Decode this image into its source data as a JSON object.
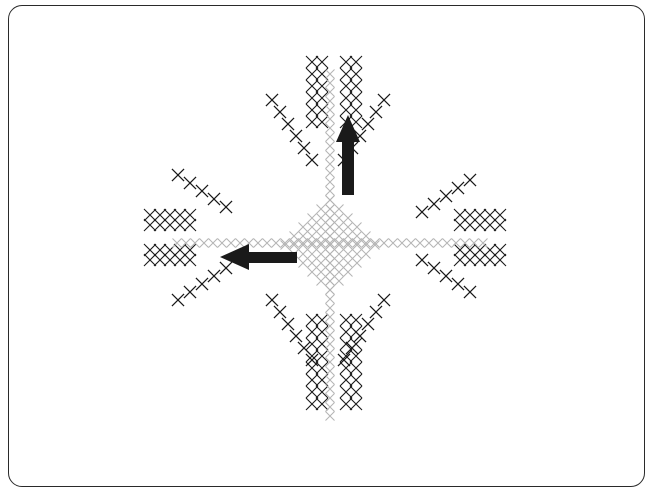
{
  "figure": {
    "description_labels": [],
    "colors": {
      "frame": "#2a2a2a",
      "stitch_primary": "#1a1a1a",
      "stitch_highlight": "#b4b4b4",
      "arrow": "#1a1a1a"
    },
    "arrows": [
      {
        "name": "arrow-up",
        "direction": "up"
      },
      {
        "name": "arrow-left",
        "direction": "left"
      }
    ]
  }
}
